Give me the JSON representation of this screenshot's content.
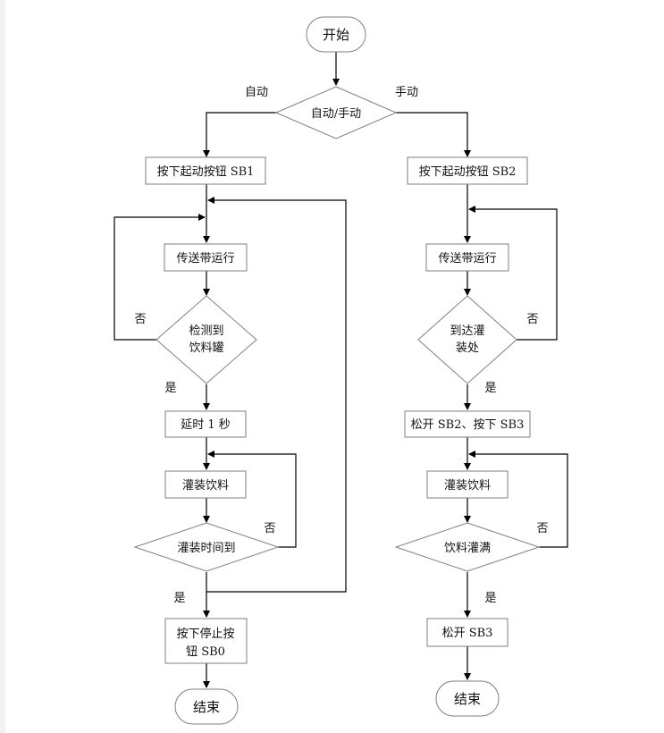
{
  "start": "开始",
  "decision_mode": "自动/手动",
  "branch_auto": "自动",
  "branch_manual": "手动",
  "auto": {
    "press_start": "按下起动按钮 SB1",
    "conveyor": "传送带运行",
    "detect_line1": "检测到",
    "detect_line2": "饮料罐",
    "no1": "否",
    "yes1": "是",
    "delay": "延时 1 秒",
    "fill": "灌装饮料",
    "fill_time": "灌装时间到",
    "no2": "否",
    "yes2": "是",
    "stop_line1": "按下停止按",
    "stop_line2": "钮 SB0",
    "end": "结束"
  },
  "manual": {
    "press_start": "按下起动按钮 SB2",
    "conveyor": "传送带运行",
    "arrive_line1": "到达灌",
    "arrive_line2": "装处",
    "no1": "否",
    "yes1": "是",
    "release": "松开 SB2、按下 SB3",
    "fill": "灌装饮料",
    "full": "饮料灌满",
    "no2": "否",
    "yes2": "是",
    "release_sb3": "松开 SB3",
    "end": "结束"
  }
}
